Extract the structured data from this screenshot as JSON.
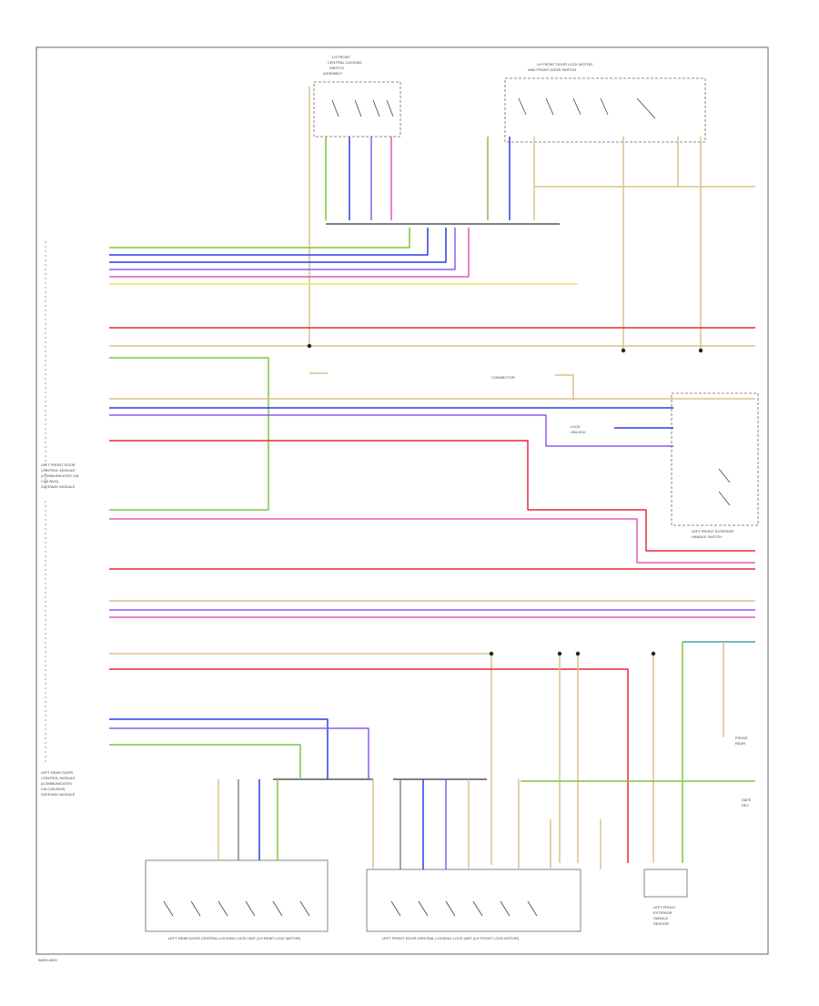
{
  "diagram": {
    "doc_code": "W000-0000",
    "unit_text": {
      "top_switch_block": [
        "LH FRONT",
        "CENTRAL LOCKING",
        "SWITCH",
        "ASSEMBLY"
      ],
      "door_lock_motor_top": [
        "LH FRONT DOOR LOCK MOTOR",
        "AND FRONT DOOR SWITCH"
      ],
      "left_module_1": [
        "LEFT FRONT DOOR",
        "CONTROL MODULE",
        "(COMMUNICATES VIA",
        "CAN BUS)",
        "GATEWAY MODULE"
      ],
      "left_module_2": [
        "LEFT REAR DOOR",
        "CONTROL MODULE",
        "(COMMUNICATES",
        "VIA CAN BUS)",
        "GATEWAY MODULE"
      ],
      "right_switch": [
        "LEFT FRONT EXTERIOR",
        "HANDLE SWITCH"
      ],
      "bottom_left_unit": "LEFT REAR DOOR CENTRAL LOCKING LOCK UNIT (LH REAR LOCK MOTOR)",
      "bottom_mid_unit": "LEFT FRONT DOOR CENTRAL LOCKING LOCK UNIT (LH FRONT LOCK MOTOR)",
      "bottom_right_unit": [
        "LEFT FRONT",
        "EXTERIOR",
        "HANDLE",
        "SENSOR"
      ],
      "misc_labels": [
        "CONNECTOR",
        "LOCK",
        "UNLOCK",
        "FRONT",
        "REAR",
        "SAFE",
        "KEY"
      ]
    },
    "wire_colors": {
      "green": "#7ec53f",
      "blue": "#2b3de6",
      "violet": "#8d5cf0",
      "pink": "#e35ab5",
      "red": "#e8283c",
      "yellow": "#f2e35b",
      "tan": "#d8c48a",
      "olive": "#9fb050",
      "gray": "#888888",
      "teal": "#3aa8a0",
      "black": "#222222"
    }
  }
}
